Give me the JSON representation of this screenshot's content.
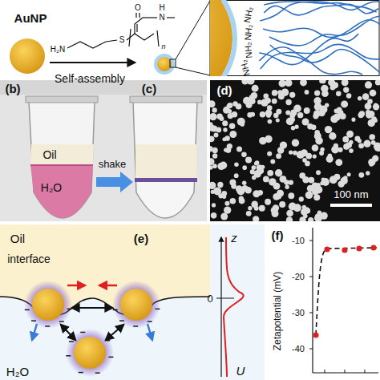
{
  "diagram": {
    "labels": [
      "AuNP",
      "Self-assembly",
      "H₂N",
      "S",
      "O",
      "N",
      "H",
      "n",
      "NH₂",
      "NH₂",
      "NH₂",
      "NH₂",
      "(b)",
      "Oil",
      "H₂O",
      "(c)",
      "shake",
      "(d)",
      "100 nm",
      "Oil",
      "(e)",
      "interface",
      "z",
      "0",
      "H₂O",
      "U",
      "(f)",
      "Zetapotential (mV)",
      "-10",
      "-20",
      "-30",
      "-40"
    ]
  }
}
